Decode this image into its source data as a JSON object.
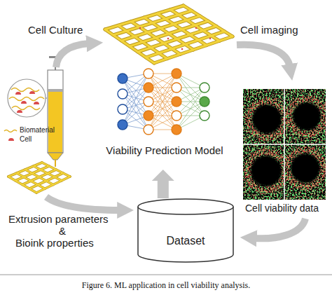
{
  "diagram": {
    "caption": "Figure 6. ML application in cell viability analysis.",
    "nodes": [
      {
        "text": [
          "Viability Prediction Model"
        ]
      },
      {
        "text": [
          "Dataset"
        ]
      }
    ],
    "edges": [
      {
        "from": 1,
        "to": 0,
        "arrow": "to"
      }
    ],
    "labels": [
      "Cell Culture",
      "Cell imaging",
      "Cell viability data",
      "Extrusion parameters",
      "&",
      "Bioink properties"
    ],
    "legend": [
      {
        "text": "Biomaterial"
      },
      {
        "text": "Cell"
      }
    ]
  }
}
